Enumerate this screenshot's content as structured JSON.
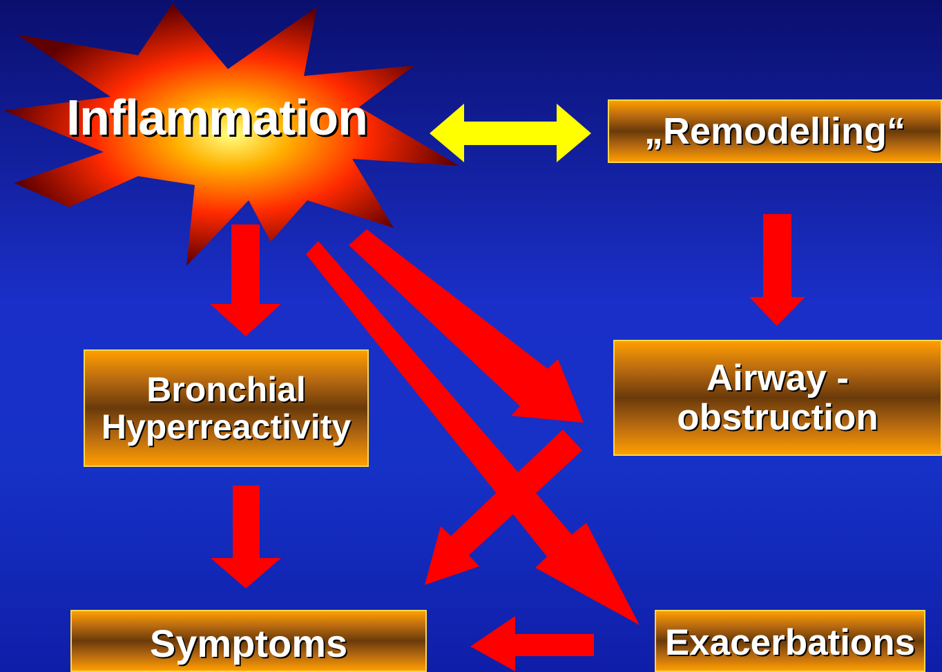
{
  "nodes": {
    "inflammation": "Inflammation",
    "remodelling": "„Remodelling“",
    "bronchial": [
      "Bronchial",
      "Hyperreactivity"
    ],
    "airway": [
      "Airway -",
      "obstruction"
    ],
    "symptoms": "Symptoms",
    "exacerbations": "Exacerbations"
  },
  "colors": {
    "arrow": "#ff0000",
    "bidirectional_arrow": "#ffff00",
    "box_border": "#ffd84a",
    "text": "#ffffff"
  },
  "edges": [
    {
      "from": "inflammation",
      "to": "remodelling",
      "style": "bidirectional"
    },
    {
      "from": "inflammation",
      "to": "bronchial"
    },
    {
      "from": "inflammation",
      "to": "airway"
    },
    {
      "from": "inflammation",
      "to": "exacerbations"
    },
    {
      "from": "remodelling",
      "to": "airway"
    },
    {
      "from": "bronchial",
      "to": "symptoms"
    },
    {
      "from": "airway",
      "to": "symptoms"
    },
    {
      "from": "exacerbations",
      "to": "symptoms"
    }
  ]
}
